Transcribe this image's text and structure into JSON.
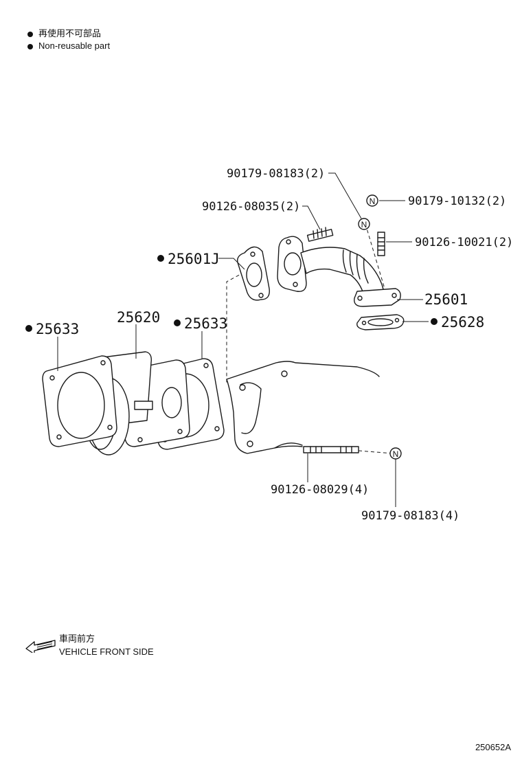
{
  "legend": {
    "jp": "再使用不可部品",
    "en": "Non-reusable part"
  },
  "callouts": [
    {
      "id": "c1",
      "label": "90179-08183(2)",
      "nonreusable": false
    },
    {
      "id": "c2",
      "label": "90179-10132(2)",
      "nonreusable": false
    },
    {
      "id": "c3",
      "label": "90126-08035(2)",
      "nonreusable": false
    },
    {
      "id": "c4",
      "label": "90126-10021(2)",
      "nonreusable": false
    },
    {
      "id": "c5",
      "label": "25601J",
      "nonreusable": true
    },
    {
      "id": "c6",
      "label": "25601",
      "nonreusable": false
    },
    {
      "id": "c7",
      "label": "25628",
      "nonreusable": true
    },
    {
      "id": "c8",
      "label": "25633",
      "nonreusable": true
    },
    {
      "id": "c9",
      "label": "25620",
      "nonreusable": false
    },
    {
      "id": "c10",
      "label": "25633",
      "nonreusable": true
    },
    {
      "id": "c11",
      "label": "90126-08029(4)",
      "nonreusable": false
    },
    {
      "id": "c12",
      "label": "90179-08183(4)",
      "nonreusable": false
    }
  ],
  "nut_symbol": "N",
  "front": {
    "jp": "車両前方",
    "en": "VEHICLE FRONT SIDE"
  },
  "reference": "250652A"
}
